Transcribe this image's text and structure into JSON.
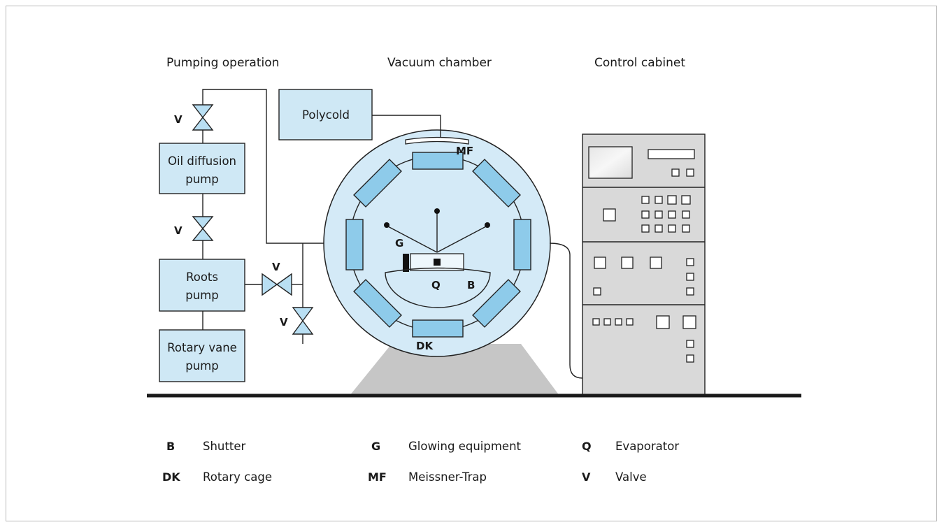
{
  "headings": {
    "pumping": "Pumping operation",
    "chamber": "Vacuum chamber",
    "cabinet": "Control cabinet"
  },
  "boxes": {
    "oil_diffusion_line1": "Oil diffusion",
    "oil_diffusion_line2": "pump",
    "roots_line1": "Roots",
    "roots_line2": "pump",
    "rotary_vane_line1": "Rotary vane",
    "rotary_vane_line2": "pump",
    "polycold": "Polycold"
  },
  "labels": {
    "valve": "V",
    "mf": "MF",
    "dk": "DK",
    "g": "G",
    "q": "Q",
    "b": "B"
  },
  "legend": [
    {
      "key": "B",
      "value": "Shutter"
    },
    {
      "key": "G",
      "value": "Glowing equipment"
    },
    {
      "key": "Q",
      "value": "Evaporator"
    },
    {
      "key": "DK",
      "value": "Rotary cage"
    },
    {
      "key": "MF",
      "value": "Meissner-Trap"
    },
    {
      "key": "V",
      "value": "Valve"
    }
  ],
  "colors": {
    "box_fill": "#cfe8f5",
    "magnet_fill": "#8ecbea",
    "cabinet_fill": "#d9d9d9"
  }
}
